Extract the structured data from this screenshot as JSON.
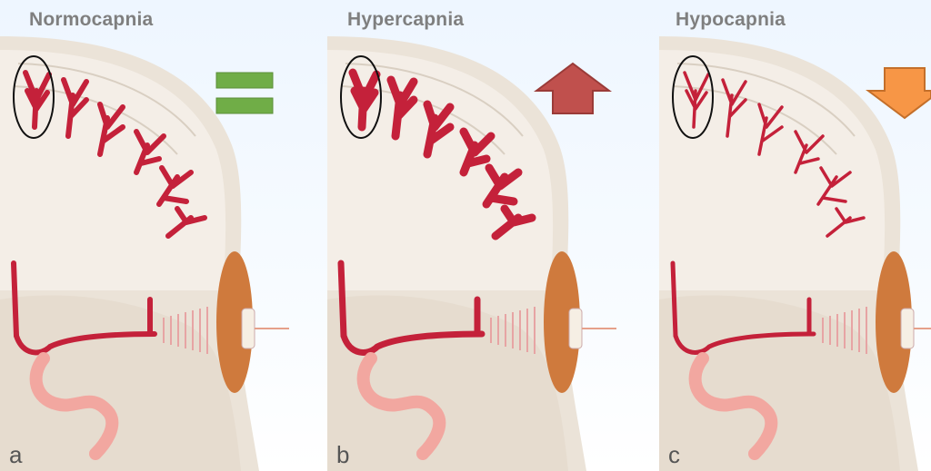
{
  "panels": [
    {
      "title": "Normocapnia",
      "letter": "a",
      "indicator": "equal-icon",
      "vessel_change": "normal"
    },
    {
      "title": "Hypercapnia",
      "letter": "b",
      "indicator": "arrow-up-icon",
      "vessel_change": "dilated"
    },
    {
      "title": "Hypocapnia",
      "letter": "c",
      "indicator": "arrow-down-icon",
      "vessel_change": "constricted"
    }
  ],
  "colors": {
    "brain": "#f2ebe3",
    "skull": "#e9e1d6",
    "vessel": "#c4213a",
    "vessel_light": "#f2a7a0",
    "ear": "#cf7a3d",
    "equal_fill": "#70ad47",
    "arrow_up_fill": "#c0504d",
    "arrow_down_fill": "#f79646",
    "title_text": "#7f7f7f"
  }
}
